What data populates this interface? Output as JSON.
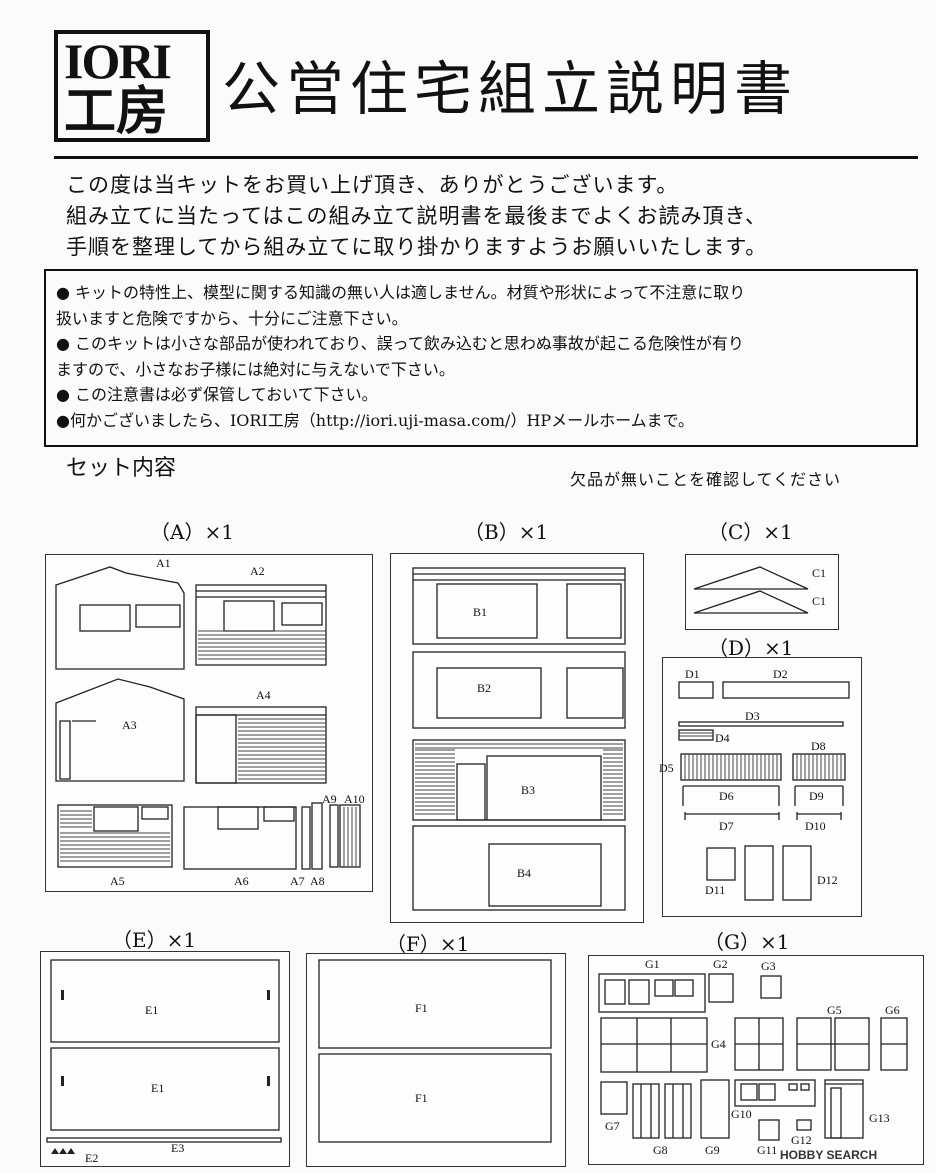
{
  "header": {
    "logo_line1": "IORI",
    "logo_line2": "工房",
    "title": "公営住宅組立説明書"
  },
  "intro": [
    "この度は当キットをお買い上げ頂き、ありがとうございます。",
    "組み立てに当たってはこの組み立て説明書を最後までよくお読み頂き、",
    "手順を整理してから組み立てに取り掛かりますようお願いいたします。"
  ],
  "notice": [
    "● キットの特性上、模型に関する知識の無い人は適しません。材質や形状によって不注意に取り",
    "扱いますと危険ですから、十分にご注意下さい。",
    "● このキットは小さな部品が使われており、誤って飲み込むと思わぬ事故が起こる危険性が有り",
    "ますので、小さなお子様には絶対に与えないで下さい。",
    "● この注意書は必ず保管しておいて下さい。",
    "●何かございましたら、IORI工房（http://iori.uji-masa.com/）HPメールホームまで。"
  ],
  "contents": {
    "title": "セット内容",
    "check_note": "欠品が無いことを確認してください"
  },
  "sheets": {
    "A": {
      "title": "（A）×1",
      "labels": [
        "A1",
        "A2",
        "A3",
        "A4",
        "A5",
        "A6",
        "A7",
        "A8",
        "A9",
        "A10"
      ]
    },
    "B": {
      "title": "（B）×1",
      "labels": [
        "B1",
        "B2",
        "B3",
        "B4"
      ]
    },
    "C": {
      "title": "（C）×1",
      "labels": [
        "C1",
        "C1"
      ]
    },
    "D": {
      "title": "（D）×1",
      "labels": [
        "D1",
        "D2",
        "D3",
        "D4",
        "D5",
        "D6",
        "D7",
        "D8",
        "D9",
        "D10",
        "D11",
        "D12"
      ]
    },
    "E": {
      "title": "（E）×1",
      "labels": [
        "E1",
        "E1",
        "E2",
        "E3"
      ]
    },
    "F": {
      "title": "（F）×1",
      "labels": [
        "F1",
        "F1"
      ]
    },
    "G": {
      "title": "（G）×1",
      "labels": [
        "G1",
        "G2",
        "G3",
        "G4",
        "G5",
        "G6",
        "G7",
        "G8",
        "G9",
        "G10",
        "G11",
        "G12",
        "G13"
      ]
    }
  },
  "watermark": "HOBBY SEARCH"
}
